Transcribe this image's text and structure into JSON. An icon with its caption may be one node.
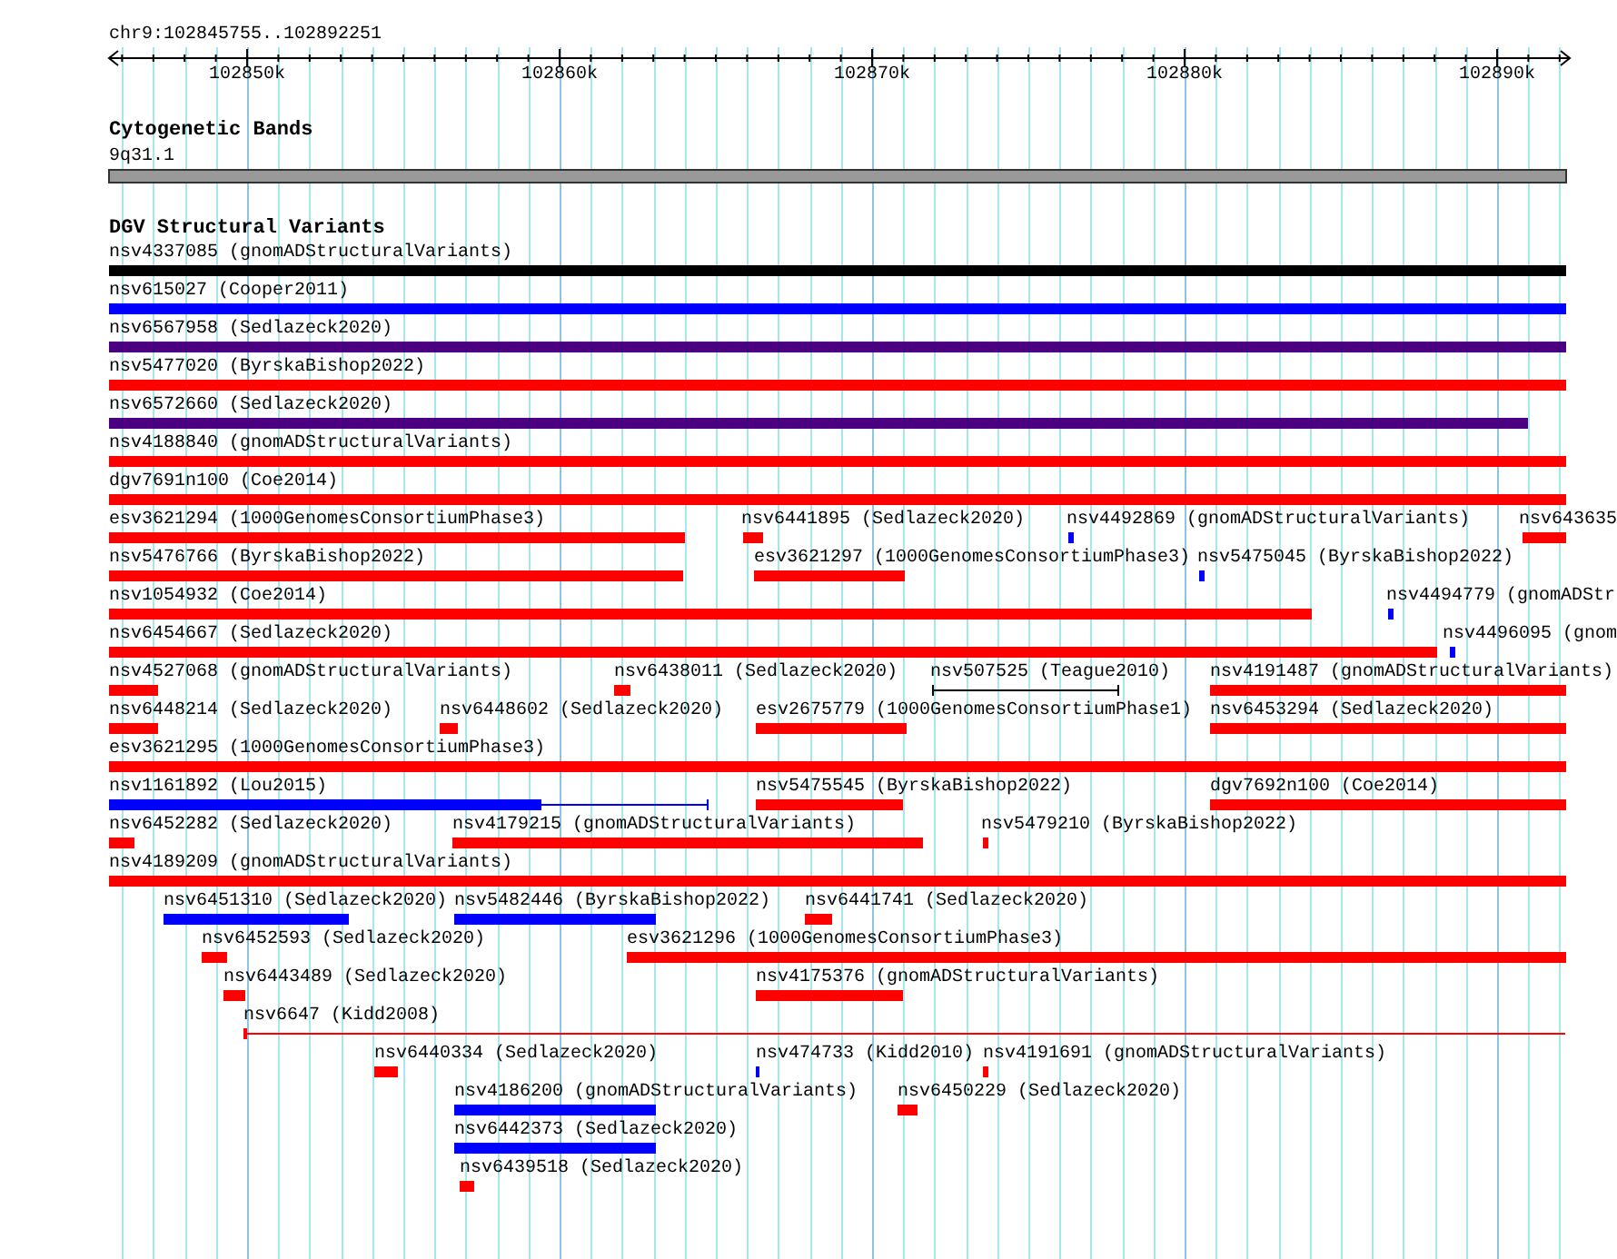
{
  "diagram": {
    "nodes": [
      {
        "text": [
          "9q31.1"
        ]
      },
      {
        "text": [
          "nsv4337085 (gnomADStructuralVariants)"
        ]
      },
      {
        "text": [
          "nsv615027 (Cooper2011)"
        ]
      },
      {
        "text": [
          "nsv6567958 (Sedlazeck2020)"
        ]
      },
      {
        "text": [
          "nsv5477020 (ByrskaBishop2022)"
        ]
      },
      {
        "text": [
          "nsv6572660 (Sedlazeck2020)"
        ]
      },
      {
        "text": [
          "nsv4188840 (gnomADStructuralVariants)"
        ]
      },
      {
        "text": [
          "dgv7691n100 (Coe2014)"
        ]
      },
      {
        "text": [
          "esv3621294 (1000GenomesConsortiumPhase3)"
        ]
      },
      {
        "text": [
          "nsv6441895 (Sedlazeck2020)"
        ]
      },
      {
        "text": [
          "nsv4492869 (gnomADStructuralVariants)"
        ]
      },
      {
        "text": [
          "nsv643635"
        ]
      },
      {
        "text": [
          "nsv5476766 (ByrskaBishop2022)"
        ]
      },
      {
        "text": [
          "esv3621297 (1000GenomesConsortiumPhase3)"
        ]
      },
      {
        "text": [
          "nsv5475045 (ByrskaBishop2022)"
        ]
      },
      {
        "text": [
          "nsv1054932 (Coe2014)"
        ]
      },
      {
        "text": [
          "nsv4494779 (gnomADStr"
        ]
      },
      {
        "text": [
          "nsv6454667 (Sedlazeck2020)"
        ]
      },
      {
        "text": [
          "nsv4496095 (gnom"
        ]
      },
      {
        "text": [
          "nsv4527068 (gnomADStructuralVariants)"
        ]
      },
      {
        "text": [
          "nsv6438011 (Sedlazeck2020)"
        ]
      },
      {
        "text": [
          "nsv507525 (Teague2010)"
        ]
      },
      {
        "text": [
          "nsv4191487 (gnomADStructuralVariants)"
        ]
      },
      {
        "text": [
          "nsv6448214 (Sedlazeck2020)"
        ]
      },
      {
        "text": [
          "nsv6448602 (Sedlazeck2020)"
        ]
      },
      {
        "text": [
          "esv2675779 (1000GenomesConsortiumPhase1)"
        ]
      },
      {
        "text": [
          "nsv6453294 (Sedlazeck2020)"
        ]
      },
      {
        "text": [
          "esv3621295 (1000GenomesConsortiumPhase3)"
        ]
      },
      {
        "text": [
          "nsv1161892 (Lou2015)"
        ]
      },
      {
        "text": [
          "nsv5475545 (ByrskaBishop2022)"
        ]
      },
      {
        "text": [
          "dgv7692n100 (Coe2014)"
        ]
      },
      {
        "text": [
          "nsv6452282 (Sedlazeck2020)"
        ]
      },
      {
        "text": [
          "nsv4179215 (gnomADStructuralVariants)"
        ]
      },
      {
        "text": [
          "nsv5479210 (ByrskaBishop2022)"
        ]
      },
      {
        "text": [
          "nsv4189209 (gnomADStructuralVariants)"
        ]
      },
      {
        "text": [
          "nsv6451310 (Sedlazeck2020)"
        ]
      },
      {
        "text": [
          "nsv5482446 (ByrskaBishop2022)"
        ]
      },
      {
        "text": [
          "nsv6441741 (Sedlazeck2020)"
        ]
      },
      {
        "text": [
          "nsv6452593 (Sedlazeck2020)"
        ]
      },
      {
        "text": [
          "esv3621296 (1000GenomesConsortiumPhase3)"
        ]
      },
      {
        "text": [
          "nsv6443489 (Sedlazeck2020)"
        ]
      },
      {
        "text": [
          "nsv4175376 (gnomADStructuralVariants)"
        ]
      },
      {
        "text": [
          "nsv6647 (Kidd2008)"
        ]
      },
      {
        "text": [
          "nsv6440334 (Sedlazeck2020)"
        ]
      },
      {
        "text": [
          "nsv474733 (Kidd2010)"
        ]
      },
      {
        "text": [
          "nsv4191691 (gnomADStructuralVariants)"
        ]
      },
      {
        "text": [
          "nsv4186200 (gnomADStructuralVariants)"
        ]
      },
      {
        "text": [
          "nsv6450229 (Sedlazeck2020)"
        ]
      },
      {
        "text": [
          "nsv6442373 (Sedlazeck2020)"
        ]
      },
      {
        "text": [
          "nsv6439518 (Sedlazeck2020)"
        ]
      }
    ],
    "labels": [
      "chr9:102845755..102892251",
      "102850k",
      "102860k",
      "102870k",
      "102880k",
      "102890k",
      "Cytogenetic Bands",
      "DGV Structural Variants"
    ]
  }
}
